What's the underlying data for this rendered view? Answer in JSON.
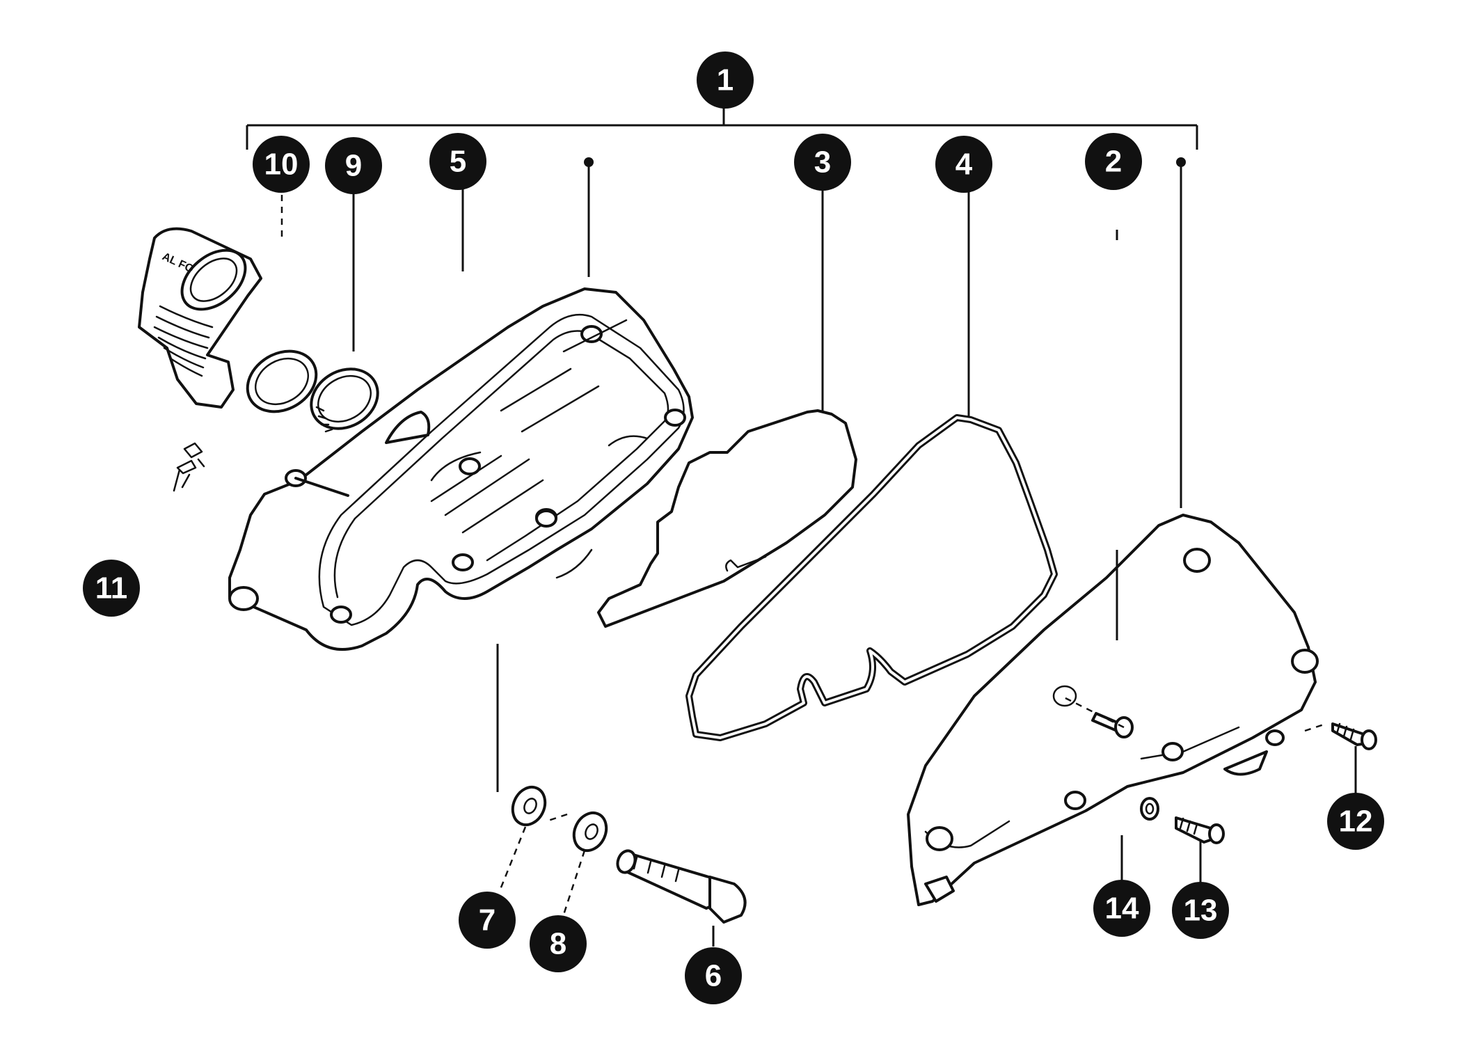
{
  "diagram": {
    "callouts": [
      {
        "id": "c1",
        "label": "1"
      },
      {
        "id": "c2",
        "label": "2"
      },
      {
        "id": "c3",
        "label": "3"
      },
      {
        "id": "c4",
        "label": "4"
      },
      {
        "id": "c5",
        "label": "5"
      },
      {
        "id": "c6",
        "label": "6"
      },
      {
        "id": "c7",
        "label": "7"
      },
      {
        "id": "c8",
        "label": "8"
      },
      {
        "id": "c9",
        "label": "9"
      },
      {
        "id": "c10",
        "label": "10"
      },
      {
        "id": "c11",
        "label": "11"
      },
      {
        "id": "c12",
        "label": "12"
      },
      {
        "id": "c13",
        "label": "13"
      },
      {
        "id": "c14",
        "label": "14"
      }
    ],
    "duct_marking": "AL FO",
    "colors": {
      "ink": "#111111",
      "paper": "#ffffff"
    }
  }
}
